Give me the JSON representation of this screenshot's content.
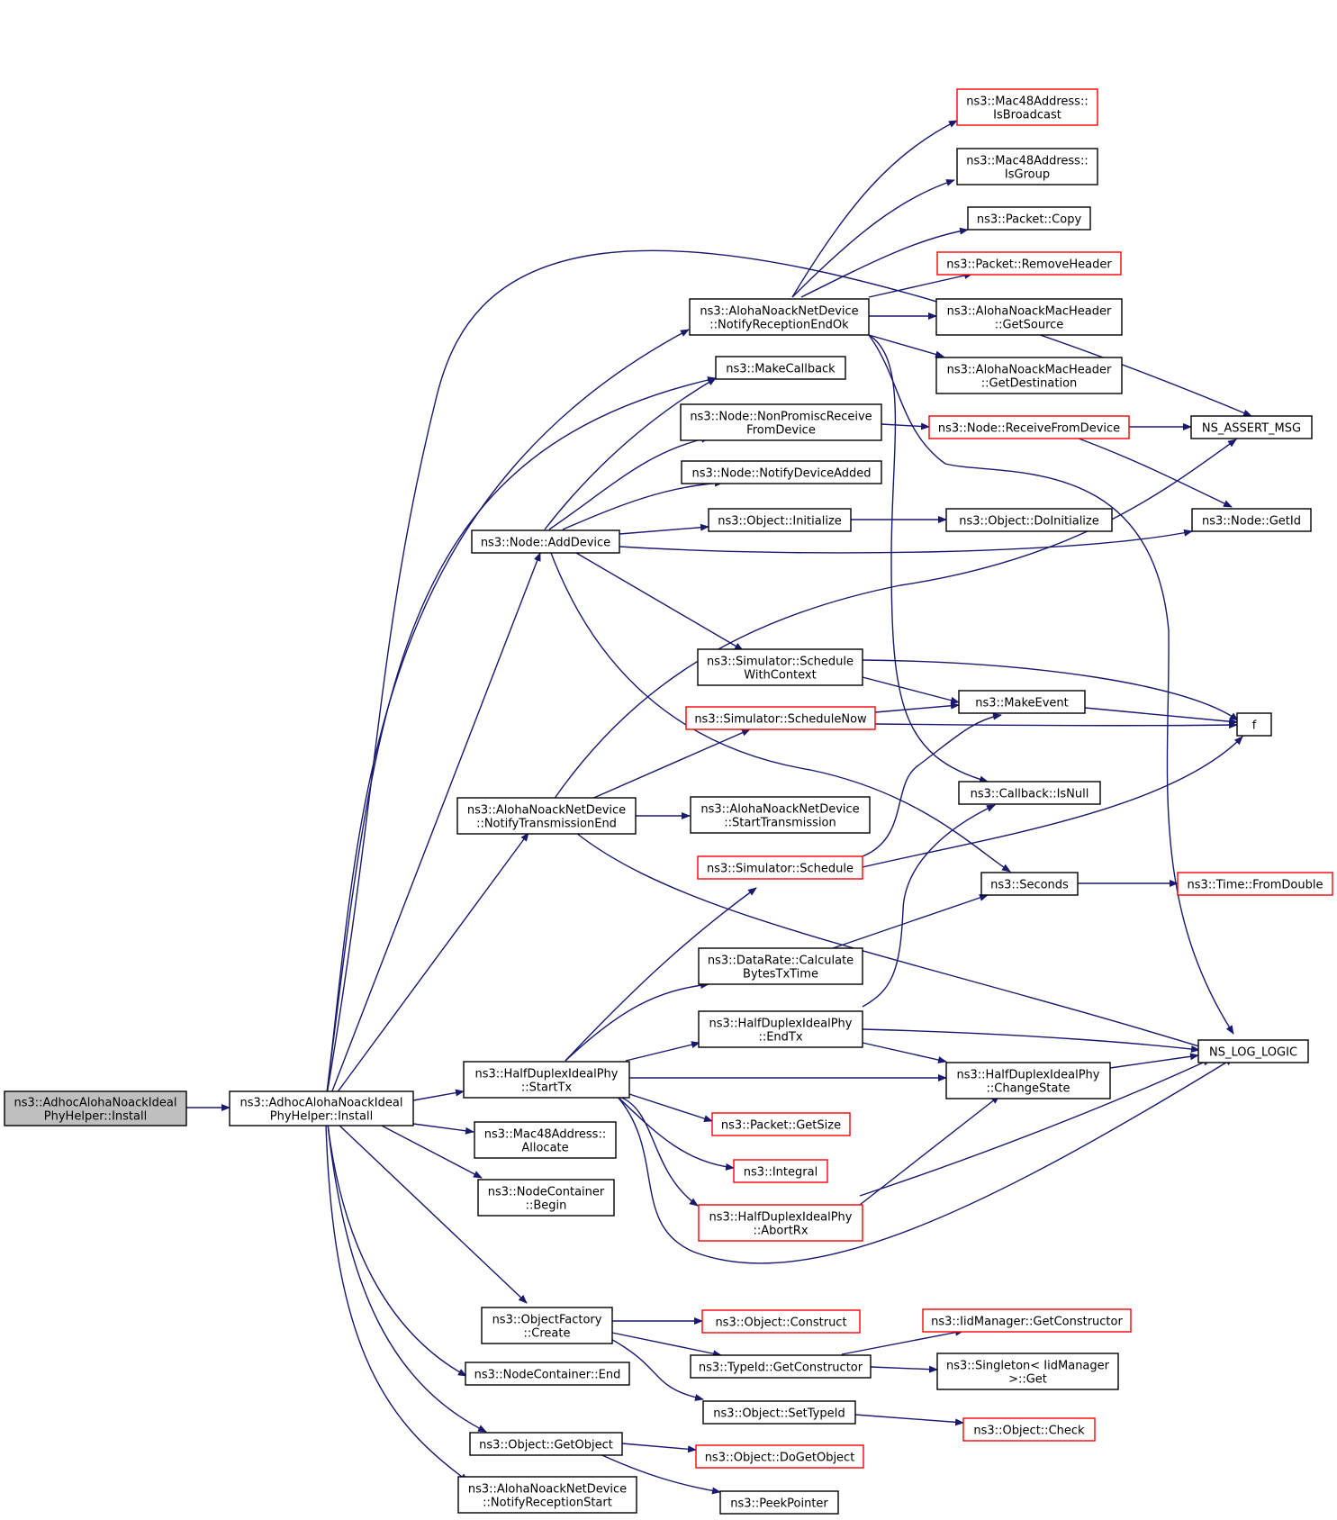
{
  "graph": {
    "edge_color": "#191970",
    "missing_node_border_color": "#ff0000",
    "root_fill": "#bfbfbf",
    "nodes": [
      {
        "id": "root",
        "lines": [
          "ns3::AdhocAlohaNoackIdeal",
          "PhyHelper::Install"
        ],
        "root": true
      },
      {
        "id": "install",
        "lines": [
          "ns3::AdhocAlohaNoackIdeal",
          "PhyHelper::Install"
        ]
      },
      {
        "id": "notifyRxEndOk",
        "lines": [
          "ns3::AlohaNoackNetDevice",
          "::NotifyReceptionEndOk"
        ]
      },
      {
        "id": "makeCallback",
        "lines": [
          "ns3::MakeCallback"
        ]
      },
      {
        "id": "nonPromisc",
        "lines": [
          "ns3::Node::NonPromiscReceive",
          "FromDevice"
        ]
      },
      {
        "id": "notifyDevAdded",
        "lines": [
          "ns3::Node::NotifyDeviceAdded"
        ]
      },
      {
        "id": "objInit",
        "lines": [
          "ns3::Object::Initialize"
        ]
      },
      {
        "id": "addDevice",
        "lines": [
          "ns3::Node::AddDevice"
        ]
      },
      {
        "id": "schedCtx",
        "lines": [
          "ns3::Simulator::Schedule",
          "WithContext"
        ]
      },
      {
        "id": "schedNow",
        "lines": [
          "ns3::Simulator::ScheduleNow"
        ],
        "red": true
      },
      {
        "id": "notifyTxEnd",
        "lines": [
          "ns3::AlohaNoackNetDevice",
          "::NotifyTransmissionEnd"
        ]
      },
      {
        "id": "startTransmission",
        "lines": [
          "ns3::AlohaNoackNetDevice",
          "::StartTransmission"
        ]
      },
      {
        "id": "simSchedule",
        "lines": [
          "ns3::Simulator::Schedule"
        ],
        "red": true
      },
      {
        "id": "calcBytes",
        "lines": [
          "ns3::DataRate::Calculate",
          "BytesTxTime"
        ]
      },
      {
        "id": "endTx",
        "lines": [
          "ns3::HalfDuplexIdealPhy",
          "::EndTx"
        ]
      },
      {
        "id": "startTx",
        "lines": [
          "ns3::HalfDuplexIdealPhy",
          "::StartTx"
        ]
      },
      {
        "id": "pktGetSize",
        "lines": [
          "ns3::Packet::GetSize"
        ],
        "red": true
      },
      {
        "id": "integral",
        "lines": [
          "ns3::Integral"
        ],
        "red": true
      },
      {
        "id": "abortRx",
        "lines": [
          "ns3::HalfDuplexIdealPhy",
          "::AbortRx"
        ],
        "red": true
      },
      {
        "id": "macAllocate",
        "lines": [
          "ns3::Mac48Address::",
          "Allocate"
        ]
      },
      {
        "id": "ncBegin",
        "lines": [
          "ns3::NodeContainer",
          "::Begin"
        ]
      },
      {
        "id": "ofCreate",
        "lines": [
          "ns3::ObjectFactory",
          "::Create"
        ]
      },
      {
        "id": "ncEnd",
        "lines": [
          "ns3::NodeContainer::End"
        ]
      },
      {
        "id": "getObject",
        "lines": [
          "ns3::Object::GetObject"
        ]
      },
      {
        "id": "notifyRxStart",
        "lines": [
          "ns3::AlohaNoackNetDevice",
          "::NotifyReceptionStart"
        ]
      },
      {
        "id": "isBroadcast",
        "lines": [
          "ns3::Mac48Address::",
          "IsBroadcast"
        ],
        "red": true
      },
      {
        "id": "isGroup",
        "lines": [
          "ns3::Mac48Address::",
          "IsGroup"
        ]
      },
      {
        "id": "pktCopy",
        "lines": [
          "ns3::Packet::Copy"
        ]
      },
      {
        "id": "removeHeader",
        "lines": [
          "ns3::Packet::RemoveHeader"
        ],
        "red": true
      },
      {
        "id": "getSource",
        "lines": [
          "ns3::AlohaNoackMacHeader",
          "::GetSource"
        ]
      },
      {
        "id": "getDest",
        "lines": [
          "ns3::AlohaNoackMacHeader",
          "::GetDestination"
        ]
      },
      {
        "id": "rxFromDevice",
        "lines": [
          "ns3::Node::ReceiveFromDevice"
        ],
        "red": true
      },
      {
        "id": "doInit",
        "lines": [
          "ns3::Object::DoInitialize"
        ]
      },
      {
        "id": "makeEvent",
        "lines": [
          "ns3::MakeEvent"
        ]
      },
      {
        "id": "cbIsNull",
        "lines": [
          "ns3::Callback::IsNull"
        ]
      },
      {
        "id": "seconds",
        "lines": [
          "ns3::Seconds"
        ]
      },
      {
        "id": "changeState",
        "lines": [
          "ns3::HalfDuplexIdealPhy",
          "::ChangeState"
        ]
      },
      {
        "id": "objConstruct",
        "lines": [
          "ns3::Object::Construct"
        ],
        "red": true
      },
      {
        "id": "typeIdGetCtor",
        "lines": [
          "ns3::TypeId::GetConstructor"
        ]
      },
      {
        "id": "setTypeId",
        "lines": [
          "ns3::Object::SetTypeId"
        ]
      },
      {
        "id": "doGetObject",
        "lines": [
          "ns3::Object::DoGetObject"
        ],
        "red": true
      },
      {
        "id": "peekPointer",
        "lines": [
          "ns3::PeekPointer"
        ]
      },
      {
        "id": "iidGetCtor",
        "lines": [
          "ns3::IidManager::GetConstructor"
        ],
        "red": true
      },
      {
        "id": "singletonGet",
        "lines": [
          "ns3::Singleton< IidManager",
          ">::Get"
        ]
      },
      {
        "id": "objCheck",
        "lines": [
          "ns3::Object::Check"
        ],
        "red": true
      },
      {
        "id": "assertMsg",
        "lines": [
          "NS_ASSERT_MSG"
        ]
      },
      {
        "id": "nodeGetId",
        "lines": [
          "ns3::Node::GetId"
        ]
      },
      {
        "id": "f",
        "lines": [
          "f"
        ]
      },
      {
        "id": "timeFromDouble",
        "lines": [
          "ns3::Time::FromDouble"
        ],
        "red": true
      },
      {
        "id": "logLogic",
        "lines": [
          "NS_LOG_LOGIC"
        ]
      }
    ]
  }
}
